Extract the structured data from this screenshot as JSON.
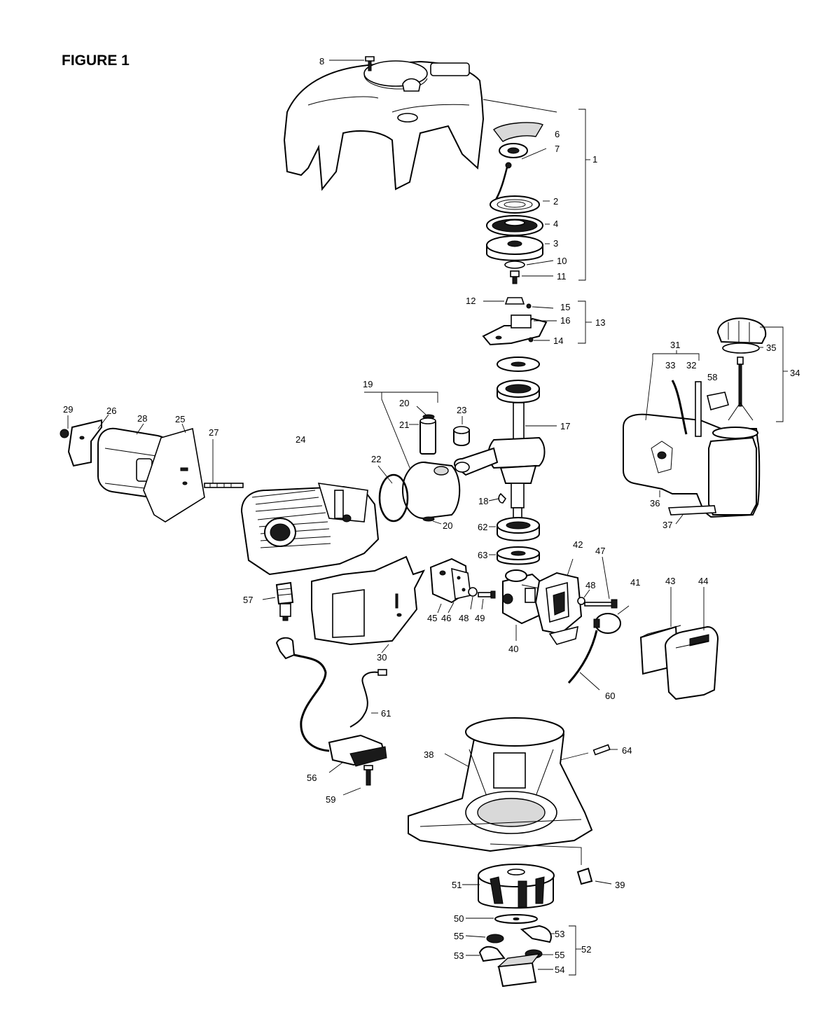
{
  "figure": {
    "title": "FIGURE 1"
  },
  "callouts": [
    {
      "id": "8",
      "text": "8"
    },
    {
      "id": "6",
      "text": "6"
    },
    {
      "id": "7",
      "text": "7"
    },
    {
      "id": "1",
      "text": "1"
    },
    {
      "id": "2",
      "text": "2"
    },
    {
      "id": "4",
      "text": "4"
    },
    {
      "id": "3",
      "text": "3"
    },
    {
      "id": "10",
      "text": "10"
    },
    {
      "id": "11",
      "text": "11"
    },
    {
      "id": "12",
      "text": "12"
    },
    {
      "id": "15",
      "text": "15"
    },
    {
      "id": "16",
      "text": "16"
    },
    {
      "id": "13",
      "text": "13"
    },
    {
      "id": "14",
      "text": "14"
    },
    {
      "id": "31",
      "text": "31"
    },
    {
      "id": "35",
      "text": "35"
    },
    {
      "id": "34",
      "text": "34"
    },
    {
      "id": "33",
      "text": "33"
    },
    {
      "id": "32",
      "text": "32"
    },
    {
      "id": "58",
      "text": "58"
    },
    {
      "id": "19",
      "text": "19"
    },
    {
      "id": "20a",
      "text": "20"
    },
    {
      "id": "23",
      "text": "23"
    },
    {
      "id": "17",
      "text": "17"
    },
    {
      "id": "29",
      "text": "29"
    },
    {
      "id": "26",
      "text": "26"
    },
    {
      "id": "28",
      "text": "28"
    },
    {
      "id": "25",
      "text": "25"
    },
    {
      "id": "27",
      "text": "27"
    },
    {
      "id": "24",
      "text": "24"
    },
    {
      "id": "21",
      "text": "21"
    },
    {
      "id": "22",
      "text": "22"
    },
    {
      "id": "18",
      "text": "18"
    },
    {
      "id": "20b",
      "text": "20"
    },
    {
      "id": "62",
      "text": "62"
    },
    {
      "id": "36",
      "text": "36"
    },
    {
      "id": "37",
      "text": "37"
    },
    {
      "id": "63",
      "text": "63"
    },
    {
      "id": "42",
      "text": "42"
    },
    {
      "id": "47",
      "text": "47"
    },
    {
      "id": "48a",
      "text": "48"
    },
    {
      "id": "41",
      "text": "41"
    },
    {
      "id": "43",
      "text": "43"
    },
    {
      "id": "44",
      "text": "44"
    },
    {
      "id": "57",
      "text": "57"
    },
    {
      "id": "45",
      "text": "45"
    },
    {
      "id": "46",
      "text": "46"
    },
    {
      "id": "48b",
      "text": "48"
    },
    {
      "id": "49",
      "text": "49"
    },
    {
      "id": "40",
      "text": "40"
    },
    {
      "id": "30",
      "text": "30"
    },
    {
      "id": "60",
      "text": "60"
    },
    {
      "id": "61",
      "text": "61"
    },
    {
      "id": "38",
      "text": "38"
    },
    {
      "id": "64",
      "text": "64"
    },
    {
      "id": "56",
      "text": "56"
    },
    {
      "id": "59",
      "text": "59"
    },
    {
      "id": "39",
      "text": "39"
    },
    {
      "id": "51",
      "text": "51"
    },
    {
      "id": "50",
      "text": "50"
    },
    {
      "id": "55a",
      "text": "55"
    },
    {
      "id": "53a",
      "text": "53"
    },
    {
      "id": "52",
      "text": "52"
    },
    {
      "id": "53b",
      "text": "53"
    },
    {
      "id": "55b",
      "text": "55"
    },
    {
      "id": "54",
      "text": "54"
    }
  ]
}
